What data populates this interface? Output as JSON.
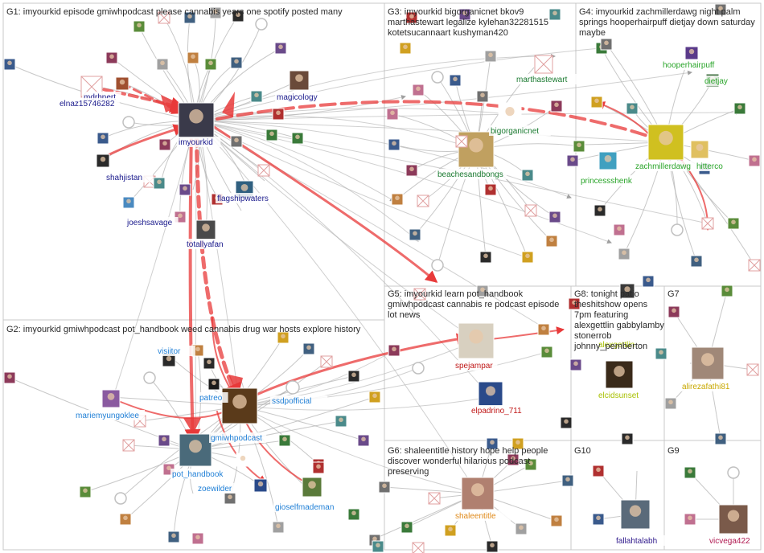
{
  "groups": [
    {
      "id": "G1",
      "title": "G1: imyourkid episode gmiwhpodcast please cannabis years one spotify posted many"
    },
    {
      "id": "G2",
      "title": "G2: imyourkid gmiwhpodcast pot_handbook weed cannabis drug war hosts explore history"
    },
    {
      "id": "G3",
      "title": "G3: imyourkid bigorganicnet bkov9 marthastewart legalize kylehan32281515 kotetsucannaart kushyman420"
    },
    {
      "id": "G4",
      "title": "G4: imyourkid zachmillerdawg night palm springs hooperhairpuff dietjay down saturday maybe"
    },
    {
      "id": "G5",
      "title": "G5: imyourkid learn pot_handbook gmiwhpodcast cannabis re podcast episode lot news"
    },
    {
      "id": "G6",
      "title": "G6: shaleentitle history hope help people discover wonderful hilarious podcast preserving"
    },
    {
      "id": "G7",
      "title": "G7"
    },
    {
      "id": "G8",
      "title": "G8: tonight patio theshitshow opens 7pm featuring alexgettlin gabbylamby stonerrob johnny_pemberton"
    },
    {
      "id": "G9",
      "title": "G9"
    },
    {
      "id": "G10",
      "title": "G10"
    }
  ],
  "labels": {
    "mdrhnert": "mdrhnert",
    "elnaz": "elnaz15746282",
    "magicology": "magicology",
    "imyourkid": "imyourkid",
    "shahjistan": "shahjistan",
    "flagshipwaters": "flagshipwaters",
    "joeshsavage": "joeshsavage",
    "totallyafan": "totallyafan",
    "marthastewart": "marthastewart",
    "bigorganicnet": "bigorganicnet",
    "beachesandbongs": "beachesandbongs",
    "hooperhairpuff": "hooperhairpuff",
    "dietjay": "dietjay",
    "zachmillerdawg": "zachmillerdawg",
    "hitterco": "hitterco",
    "princessshenk": "princessshenk",
    "visiitor": "visiitor",
    "patreon": "patreo",
    "ssdpofficial": "ssdpofficial",
    "mariemyungoklee": "mariemyungoklee",
    "gmiwhpodcast": "gmiwhpodcast",
    "pot_handbook": "pot_handbook",
    "zoewilder": "zoewilder",
    "gioselfmademan": "gioselfmademan",
    "spejampar": "spejampar",
    "elpadrino": "elpadrino_711",
    "alexgettlin": "alexgettlin",
    "elcidsunset": "elcidsunset",
    "alirezafathi81": "alirezafathi81",
    "shaleentitle": "shaleentitle",
    "fallahtalabh": "fallahtalabh",
    "vicvega422": "vicvega422"
  },
  "colors": {
    "g1_label": "#1a1a8c",
    "g2_label": "#1f7fd6",
    "g3_label": "#1a7a30",
    "g4_label": "#2aa52a",
    "g5_label": "#c01818",
    "g6_label": "#e08a1a",
    "g7_label": "#c8a800",
    "g8_label": "#a8c000",
    "g9_label": "#b01850",
    "g10_label": "#301a8c",
    "edge": "#b0b0b0",
    "strong_edge": "#e83a3a",
    "frame": "#c8c8c8"
  }
}
